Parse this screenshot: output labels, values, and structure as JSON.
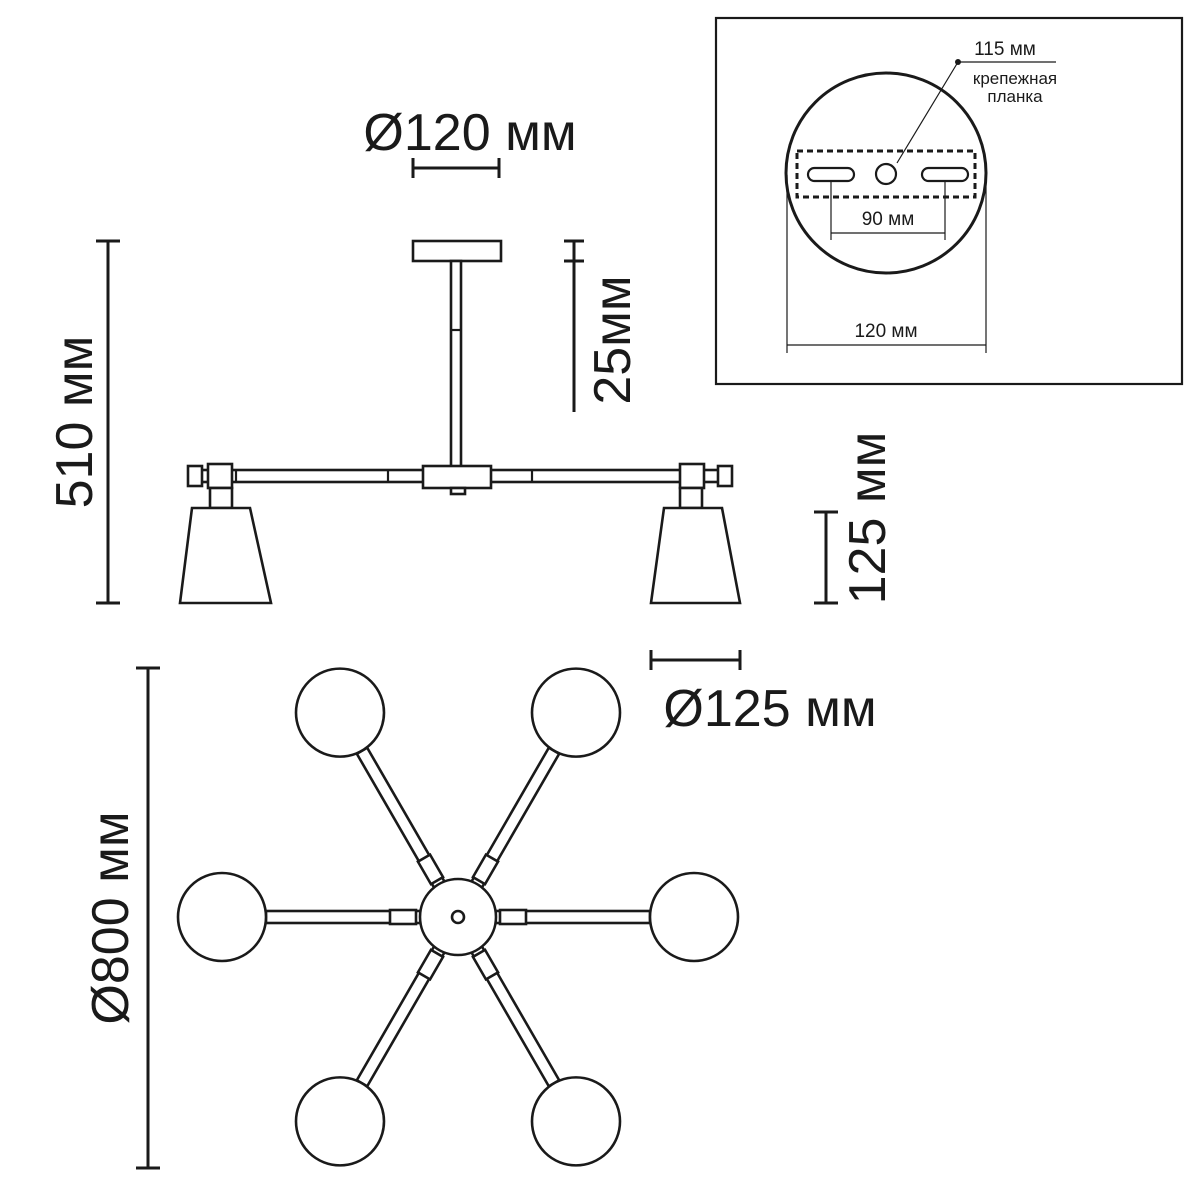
{
  "dimensions": {
    "canopy_diameter": "Ø120 мм",
    "total_height": "510 мм",
    "canopy_depth": "25мм",
    "shade_height": "125 мм",
    "shade_diameter": "Ø125 мм",
    "fixture_diameter": "Ø800 мм"
  },
  "mounting_inset": {
    "bracket_length": "115 мм",
    "bracket_label_line1": "крепежная",
    "bracket_label_line2": "планка",
    "hole_spacing": "90 мм",
    "base_diameter": "120 мм"
  },
  "colors": {
    "line": "#1a1a1a",
    "background": "#ffffff"
  },
  "top_view": {
    "arm_count": 6,
    "arm_angles_deg": [
      0,
      60,
      120,
      180,
      240,
      300
    ]
  }
}
